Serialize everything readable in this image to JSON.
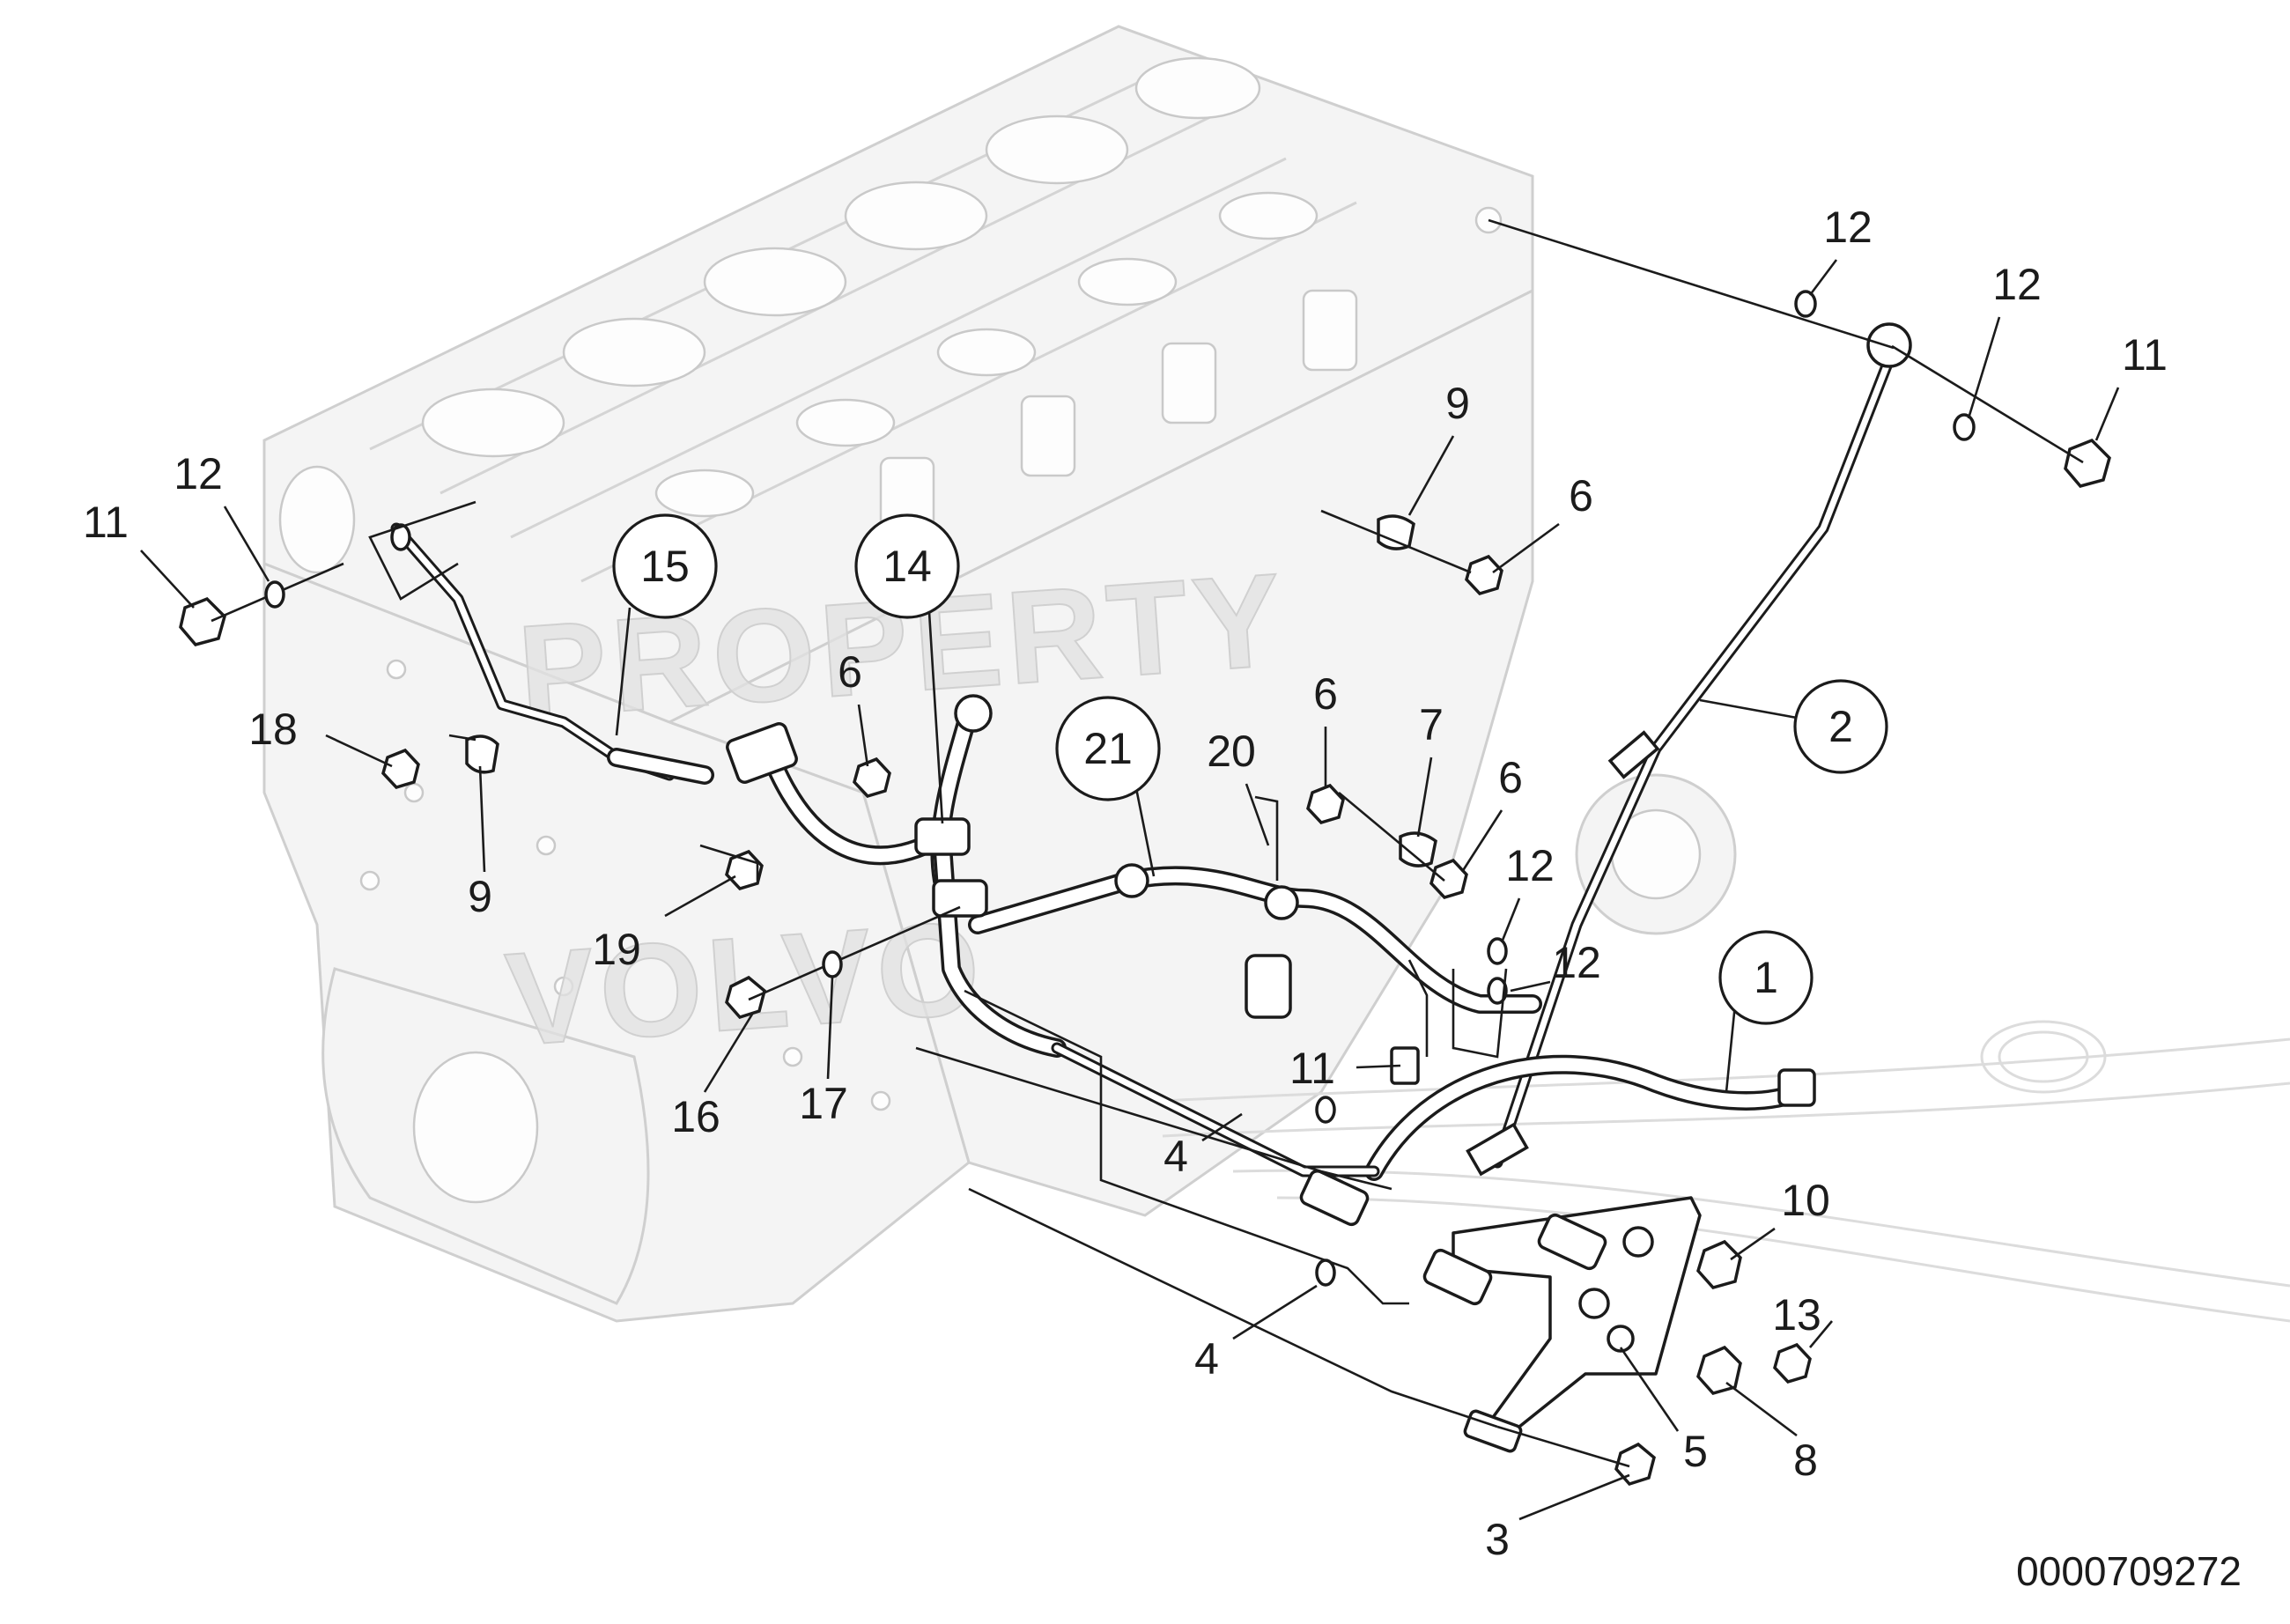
{
  "document_number": "0000709272",
  "watermark_lines": [
    "PROPERTY",
    "VOLVO"
  ],
  "part_numbers": {
    "p1": "1",
    "p2": "2",
    "p3": "3",
    "p4": "4",
    "p5": "5",
    "p6": "6",
    "p7": "7",
    "p8": "8",
    "p9": "9",
    "p10": "10",
    "p11": "11",
    "p12": "12",
    "p13": "13",
    "p14": "14",
    "p15": "15",
    "p16": "16",
    "p17": "17",
    "p18": "18",
    "p19": "19",
    "p20": "20",
    "p21": "21"
  },
  "icons": {
    "engine_block": "engine-block-icon",
    "bolt": "bolt-icon",
    "washer": "washer-icon",
    "nut": "nut-icon",
    "clamp": "clamp-icon",
    "bracket": "bracket-icon",
    "sensor": "sensor-icon"
  },
  "colors": {
    "line_art": "#1b1b1b",
    "engine_ghost": "#cfcfcf",
    "background": "#ffffff"
  }
}
